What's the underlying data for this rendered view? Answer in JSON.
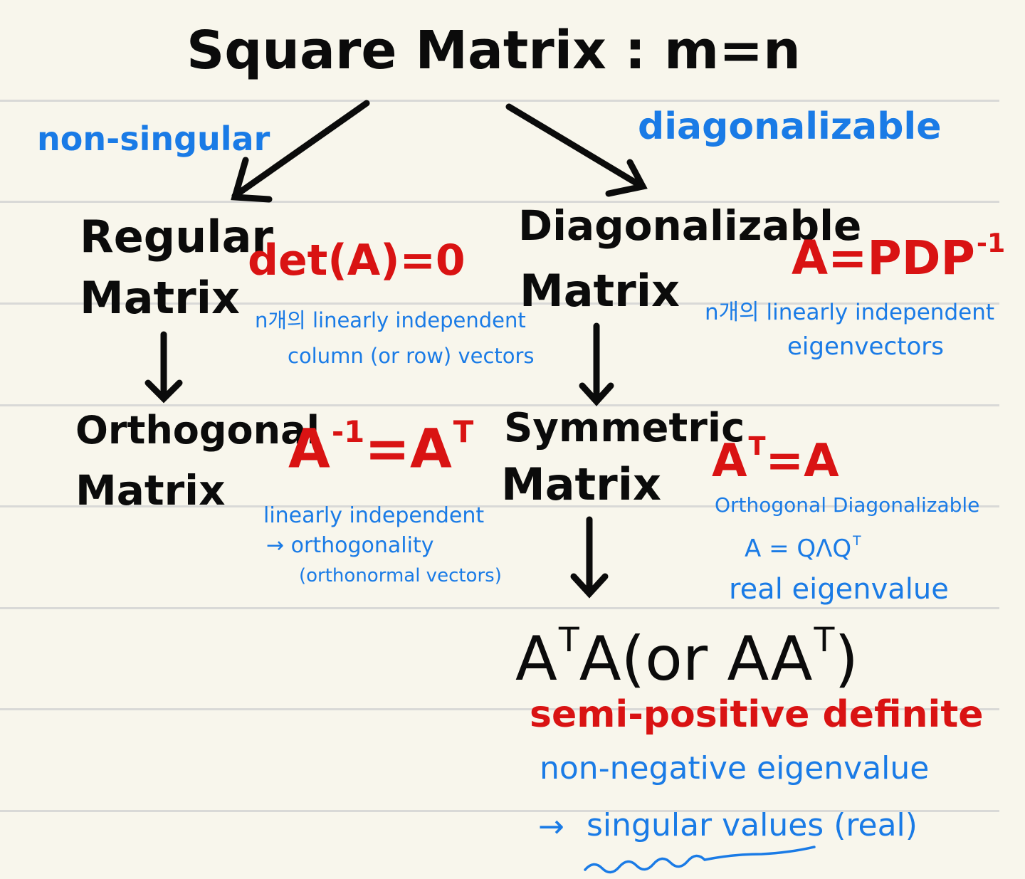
{
  "colors": {
    "ink": "#0b0b0b",
    "blue": "#1a7be6",
    "red": "#d91313",
    "paper": "#f8f6ec",
    "rule": "#d9d9d7"
  },
  "title": "Square Matrix : m=n",
  "left_branch_label": "non-singular",
  "right_branch_label": "diagonalizable",
  "regular": {
    "name_line1": "Regular",
    "name_line2": "Matrix",
    "formula": "det(A)=0",
    "note_line1": "n개의 linearly independent",
    "note_line2": "column (or row) vectors"
  },
  "orthogonal": {
    "name_line1": "Orthogonal",
    "name_line2": "Matrix",
    "formula_base": "A",
    "formula_base_sup": "-1",
    "formula_eq": "=A",
    "formula_eq_sup": "T",
    "note_line1": "linearly independent",
    "note_line2": "→ orthogonality",
    "note_line3": "(orthonormal vectors)"
  },
  "diagonalizable": {
    "name_line1": "Diagonalizable",
    "name_line2": "Matrix",
    "formula": "A=PDP",
    "formula_sup": "-1",
    "note_line1": "n개의 linearly independent",
    "note_line2": "eigenvectors"
  },
  "symmetric": {
    "name_line1": "Symmetric",
    "name_line2": "Matrix",
    "formula_base": "A",
    "formula_sup": "T",
    "formula_rest": "=A",
    "note_line1": "Orthogonal Diagonalizable",
    "note_line2": "A = QΛQ",
    "note_line2_sup": "T",
    "note_line3": "real eigenvalue"
  },
  "ata": {
    "part1": "A",
    "sup1": "T",
    "part2": "A(or AA",
    "sup2": "T",
    "part3": ")",
    "property": "semi-positive definite",
    "note_line1": "non-negative eigenvalue",
    "note_arrow": "→",
    "note_line2": "singular values (real)"
  }
}
